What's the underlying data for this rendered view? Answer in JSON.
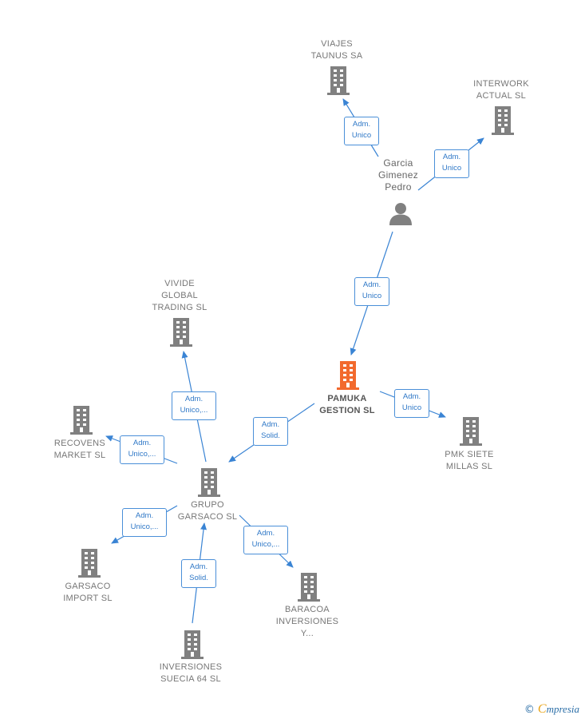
{
  "colors": {
    "line": "#3a84d4",
    "building": "#808080",
    "highlight": "#f26a2e",
    "badge_text": "#2f78c7"
  },
  "nodes": {
    "viajes": {
      "lines": [
        "VIAJES",
        "TAUNUS SA"
      ],
      "icon": "building-icon"
    },
    "interwork": {
      "lines": [
        "INTERWORK",
        "ACTUAL SL"
      ],
      "icon": "building-icon"
    },
    "person": {
      "lines": [
        "Garcia",
        "Gimenez",
        "Pedro"
      ],
      "icon": "person-icon"
    },
    "pamuka": {
      "lines": [
        "PAMUKA",
        "GESTION SL"
      ],
      "icon": "building-icon",
      "highlight": true
    },
    "pmk": {
      "lines": [
        "PMK SIETE",
        "MILLAS SL"
      ],
      "icon": "building-icon"
    },
    "vivide": {
      "lines": [
        "VIVIDE",
        "GLOBAL",
        "TRADING SL"
      ],
      "icon": "building-icon"
    },
    "recovens": {
      "lines": [
        "RECOVENS",
        "MARKET SL"
      ],
      "icon": "building-icon"
    },
    "garsaco": {
      "lines": [
        "GRUPO",
        "GARSACO SL"
      ],
      "icon": "building-icon"
    },
    "import": {
      "lines": [
        "GARSACO",
        "IMPORT SL"
      ],
      "icon": "building-icon"
    },
    "baracoa": {
      "lines": [
        "BARACOA",
        "INVERSIONES",
        "Y..."
      ],
      "icon": "building-icon"
    },
    "suecia": {
      "lines": [
        "INVERSIONES",
        "SUECIA 64 SL"
      ],
      "icon": "building-icon"
    }
  },
  "edges": {
    "person_viajes": [
      "Adm.",
      "Unico"
    ],
    "person_interwork": [
      "Adm.",
      "Unico"
    ],
    "person_pamuka": [
      "Adm.",
      "Unico"
    ],
    "pamuka_pmk": [
      "Adm.",
      "Unico"
    ],
    "pamuka_garsaco": [
      "Adm.",
      "Solid."
    ],
    "garsaco_vivide": [
      "Adm.",
      "Unico,..."
    ],
    "garsaco_recovens": [
      "Adm.",
      "Unico,..."
    ],
    "garsaco_import": [
      "Adm.",
      "Unico,..."
    ],
    "garsaco_baracoa": [
      "Adm.",
      "Unico,..."
    ],
    "suecia_garsaco": [
      "Adm.",
      "Solid."
    ]
  },
  "footer": {
    "copyright": "©",
    "brand_initial": "C",
    "brand_rest": "mpresia"
  }
}
